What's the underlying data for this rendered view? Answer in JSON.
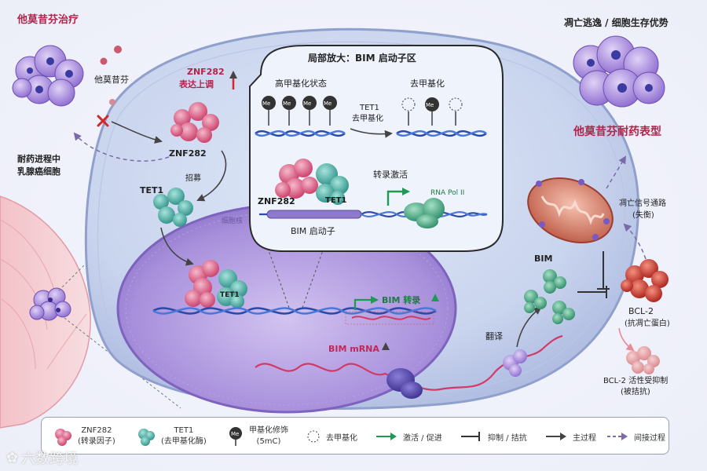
{
  "labels": {
    "therapy_title": "他莫昔芬治疗",
    "tamoxifen": "他莫昔芬",
    "resist_line1": "耐药进程中",
    "resist_line2": "乳腺癌细胞",
    "znf_up_line1": "ZNF282",
    "znf_up_line2": "表达上调",
    "znf_protein": "ZNF282",
    "recruit": "招募",
    "tet1": "TET1",
    "tet1_nucleus": "TET1",
    "nucleus": "细胞核",
    "bim_transcription": "BIM 转录",
    "bim_mrna": "BIM mRNA",
    "translate": "翻译",
    "bim_protein": "BIM",
    "inset_title": "局部放大：BIM 启动子区",
    "hypermethyl": "高甲基化状态",
    "demethyl": "去甲基化",
    "tet1_demethyl_1": "TET1",
    "tet1_demethyl_2": "去甲基化",
    "me": "Me",
    "transcription_activation": "转录激活",
    "znf_inset": "ZNF282",
    "tet1_inset": "TET1",
    "rna_pol": "RNA Pol II",
    "bim_promoter": "BIM 启动子",
    "apoptosis_title": "凋亡逃逸 / 细胞生存优势",
    "resistant_phenotype": "他莫昔芬耐药表型",
    "apoptosis_path_1": "凋亡信号通路",
    "apoptosis_path_2": "(失衡)",
    "bcl2_1": "BCL-2",
    "bcl2_2": "(抗凋亡蛋白)",
    "bcl2_inh_1": "BCL-2 活性受抑制",
    "bcl2_inh_2": "(被拮抗)"
  },
  "legend": {
    "znf_1": "ZNF282",
    "znf_2": "(转录因子)",
    "tet_1": "TET1",
    "tet_2": "(去甲基化酶)",
    "me_icon": "Me",
    "me_1": "甲基化修饰",
    "me_2": "(5mC)",
    "demethyl": "去甲基化",
    "activate": "激活 / 促进",
    "inhibit": "抑制 / 拮抗",
    "main": "主过程",
    "indirect": "间接过程"
  },
  "watermark": "六数跨境",
  "colors": {
    "znf282": "#d94a72",
    "tet1": "#3aa59a",
    "bcl2": "#c8322a",
    "bim": "#2f9a74",
    "activation": "#1e9a55",
    "title_red": "#b5224a",
    "nucleus": "#9b82d6"
  }
}
